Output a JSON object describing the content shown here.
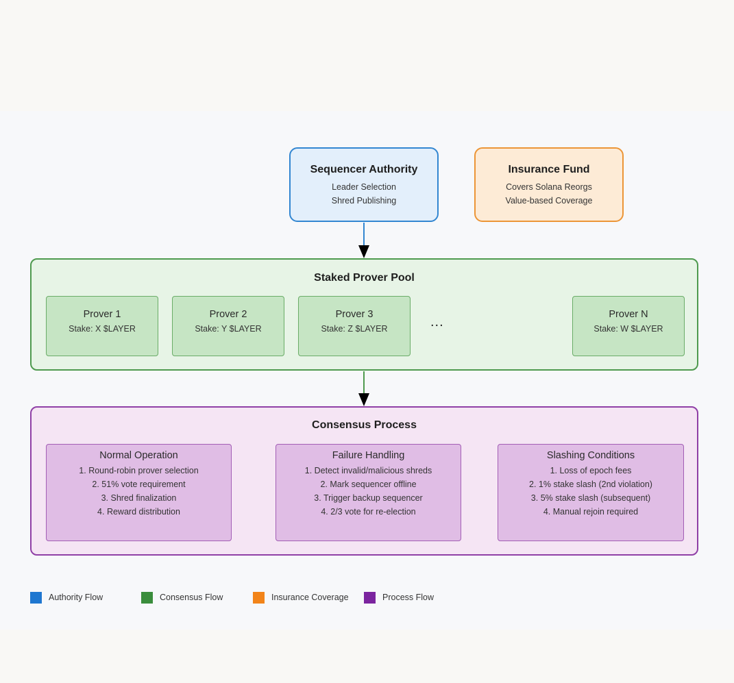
{
  "authority": {
    "title": "Sequencer Authority",
    "lines": [
      "Leader Selection",
      "Shred Publishing"
    ]
  },
  "insurance": {
    "title": "Insurance Fund",
    "lines": [
      "Covers Solana Reorgs",
      "Value-based Coverage"
    ]
  },
  "pool": {
    "title": "Staked Prover Pool",
    "provers": [
      {
        "name": "Prover 1",
        "stake": "Stake: X $LAYER"
      },
      {
        "name": "Prover 2",
        "stake": "Stake: Y $LAYER"
      },
      {
        "name": "Prover 3",
        "stake": "Stake: Z $LAYER"
      },
      {
        "name": "Prover N",
        "stake": "Stake: W $LAYER"
      }
    ],
    "ellipsis": "..."
  },
  "consensus": {
    "title": "Consensus Process",
    "panels": [
      {
        "title": "Normal Operation",
        "lines": [
          "1. Round-robin prover selection",
          "2. 51% vote requirement",
          "3. Shred finalization",
          "4. Reward distribution"
        ]
      },
      {
        "title": "Failure Handling",
        "lines": [
          "1. Detect invalid/malicious shreds",
          "2. Mark sequencer offline",
          "3. Trigger backup sequencer",
          "4. 2/3 vote for re-election"
        ]
      },
      {
        "title": "Slashing Conditions",
        "lines": [
          "1. Loss of epoch fees",
          "2. 1% stake slash (2nd violation)",
          "3. 5% stake slash (subsequent)",
          "4. Manual rejoin required"
        ]
      }
    ]
  },
  "legend": [
    {
      "label": "Authority Flow",
      "color": "#1f77d0"
    },
    {
      "label": "Consensus Flow",
      "color": "#3a8d3c"
    },
    {
      "label": "Insurance Coverage",
      "color": "#f28419"
    },
    {
      "label": "Process Flow",
      "color": "#7b249f"
    }
  ],
  "colors": {
    "authority_arrow": "#3286d1",
    "consensus_arrow": "#4e9a4e"
  }
}
